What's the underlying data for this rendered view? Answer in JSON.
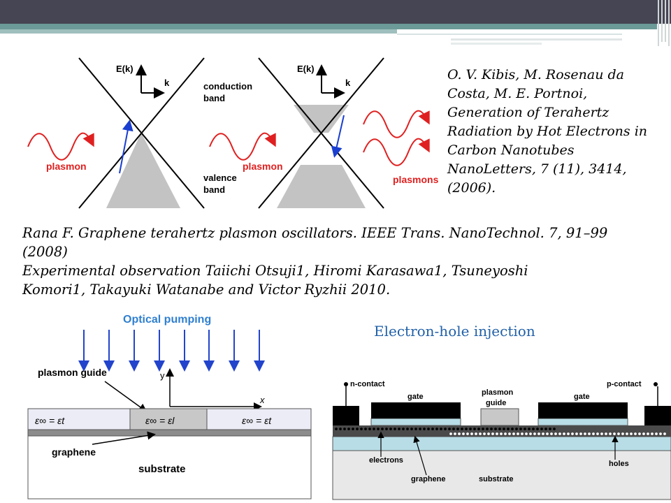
{
  "citation_kibis": {
    "lines": [
      "O. V. Kibis, M. Rosenau da",
      "Costa, M. E. Portnoi,",
      "Generation of Terahertz",
      "Radiation by Hot Electrons in",
      "Carbon Nanotubes",
      "NanoLetters, 7 (11), 3414,",
      "(2006)."
    ]
  },
  "citation_rana": {
    "lines": [
      "Rana F. Graphene terahertz plasmon oscillators. IEEE Trans. NanoTechnol. 7, 91–99",
      "(2008)",
      "Experimental observation  Taiichi Otsuji1, Hiromi Karasawa1, Tsuneyoshi",
      "Komori1, Takayuki Watanabe and Victor Ryzhii   2010."
    ]
  },
  "fig_bands": {
    "ek_label": "E(k)",
    "k_label": "k",
    "conduction_label": [
      "conduction",
      "band"
    ],
    "valence_label": [
      "valence",
      "band"
    ],
    "plasmon_label": "plasmon",
    "plasmons_label": "plasmons",
    "colors": {
      "red": "#e02020",
      "blue": "#1a3fd0",
      "band_fill": "#c3c3c3"
    }
  },
  "fig_optical": {
    "title": "Optical pumping",
    "plasmon_guide": "plasmon guide",
    "axis_y": "y",
    "axis_x": "x",
    "eps_left": "ε∞ = εt",
    "eps_mid": "ε∞ = εl",
    "eps_right": "ε∞ = εt",
    "graphene": "graphene",
    "substrate": "substrate",
    "colors": {
      "arrow": "#2244cc",
      "title": "#2f7fd0",
      "layer": "#ececf6",
      "guide": "#c8c8c8",
      "graphene": "#8c8c8c"
    }
  },
  "fig_injection": {
    "heading": "Electron-hole injection",
    "n_contact": "n-contact",
    "p_contact": "p-contact",
    "gate_left": "gate",
    "gate_right": "gate",
    "plasmon_guide": [
      "plasmon",
      "guide"
    ],
    "electrons": "electrons",
    "holes": "holes",
    "graphene": "graphene",
    "substrate": "substrate",
    "colors": {
      "dielectric": "#b8dde6",
      "contact": "#000000",
      "substrate": "#e8e8e8"
    }
  }
}
